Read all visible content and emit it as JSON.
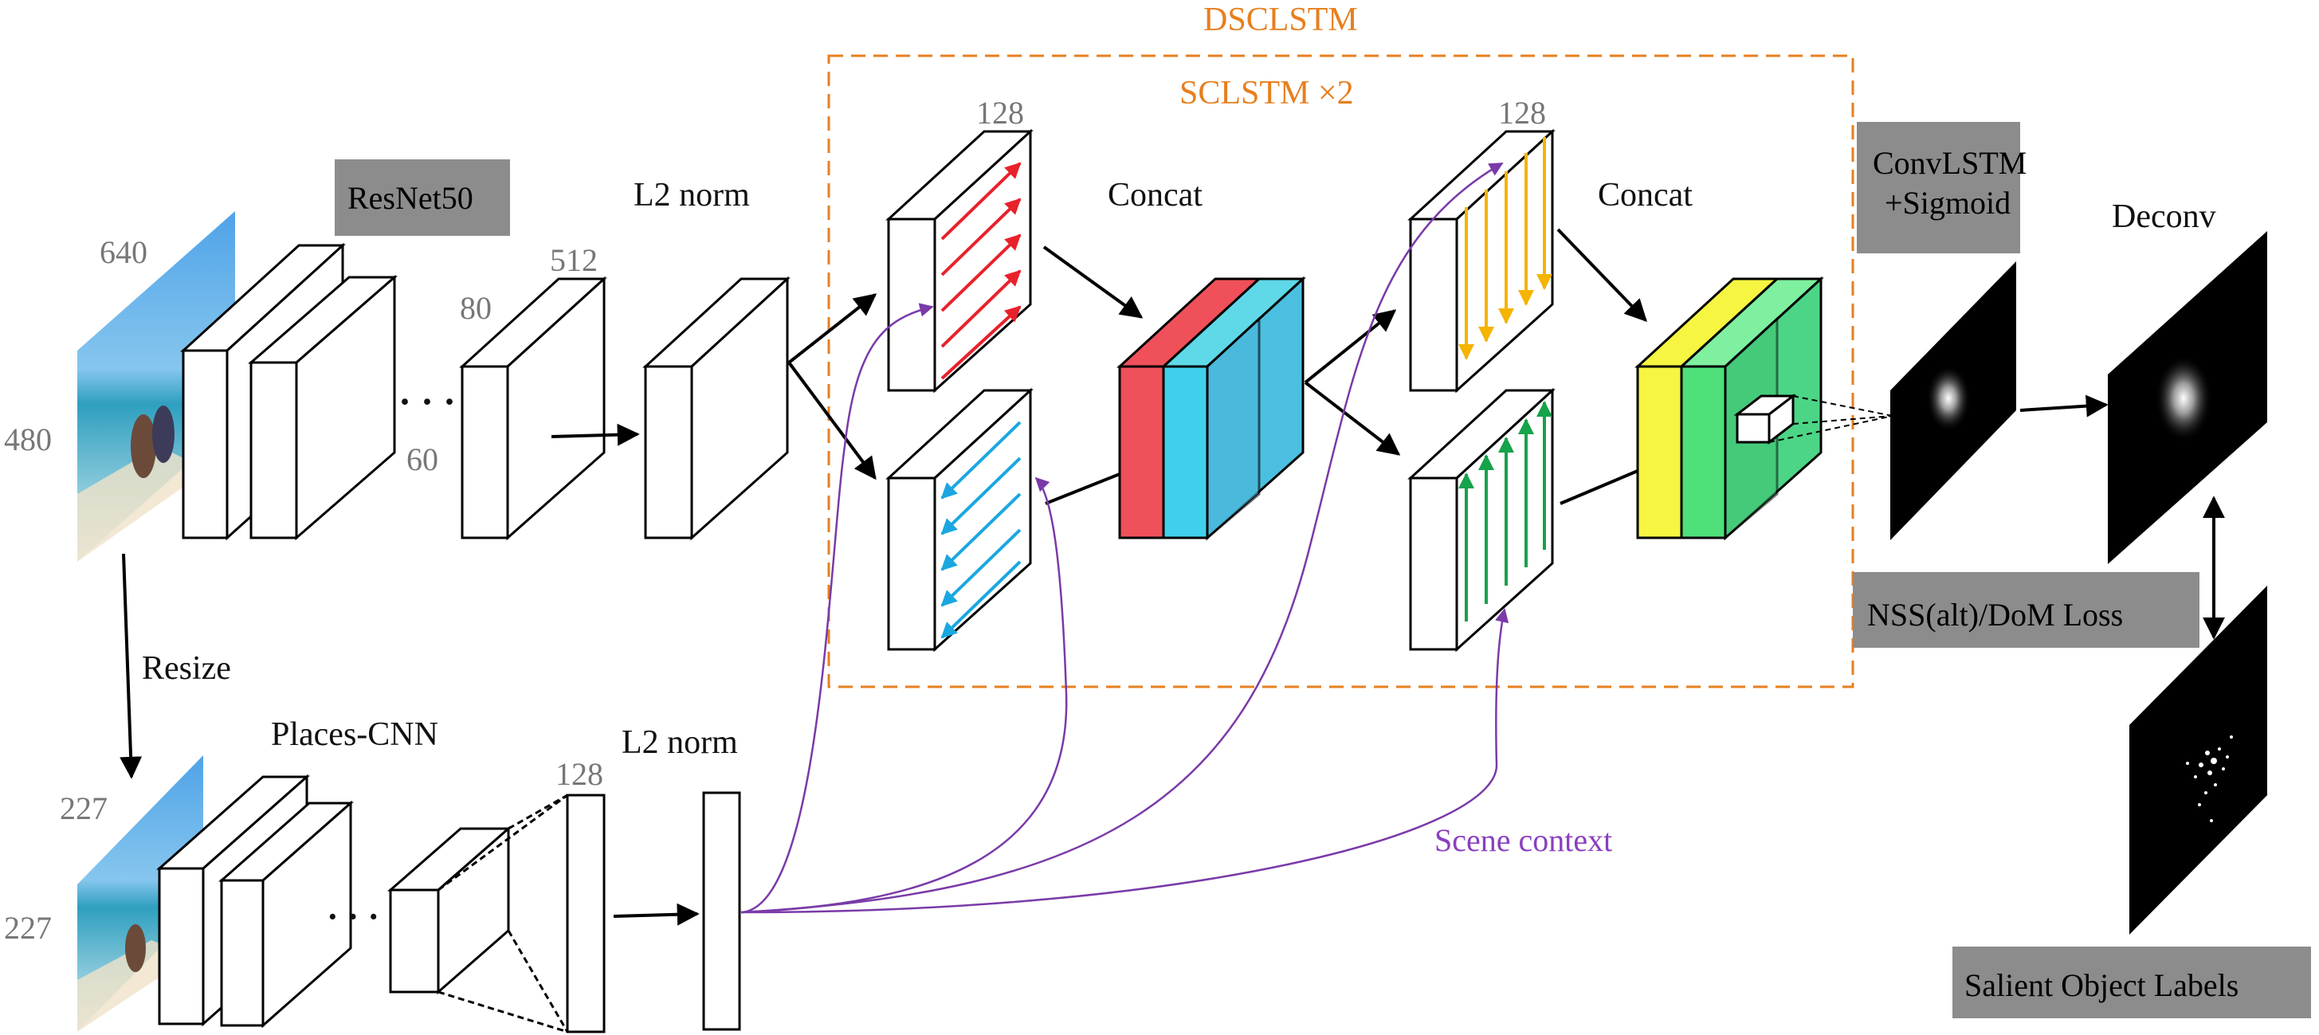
{
  "colors": {
    "accent_orange": "#e77f1f",
    "scene_purple": "#7a3aa8",
    "red": "#e8212b",
    "blue": "#1aa7e0",
    "yellow": "#f4b400",
    "green": "#16a34a",
    "concat_red": "#f0505a",
    "concat_cyan": "#41d8f2",
    "concat_yellow": "#f5f542",
    "concat_green": "#4fe07a",
    "label_box_gray": "#8c8c8c"
  },
  "labels": {
    "dsclstm": "DSCLSTM",
    "sclstm_x2": "SCLSTM ×2",
    "resnet50": "ResNet50",
    "l2norm_top": "L2 norm",
    "concat_1": "Concat",
    "concat_2": "Concat",
    "convlstm_line1": "ConvLSTM",
    "convlstm_line2": "+Sigmoid",
    "deconv": "Deconv",
    "loss": "NSS(alt)/DoM Loss",
    "salient_labels": "Salient Object Labels",
    "resize": "Resize",
    "places_cnn": "Places-CNN",
    "l2norm_bottom": "L2 norm",
    "scene_context": "Scene context"
  },
  "dims": {
    "img_w": "640",
    "img_h": "480",
    "feat_w": "80",
    "feat_h": "60",
    "feat_c": "512",
    "sclstm1_c": "128",
    "sclstm2_c": "128",
    "small_w": "227",
    "small_h": "227",
    "places_c": "128"
  },
  "ellipsis": "· · ·"
}
